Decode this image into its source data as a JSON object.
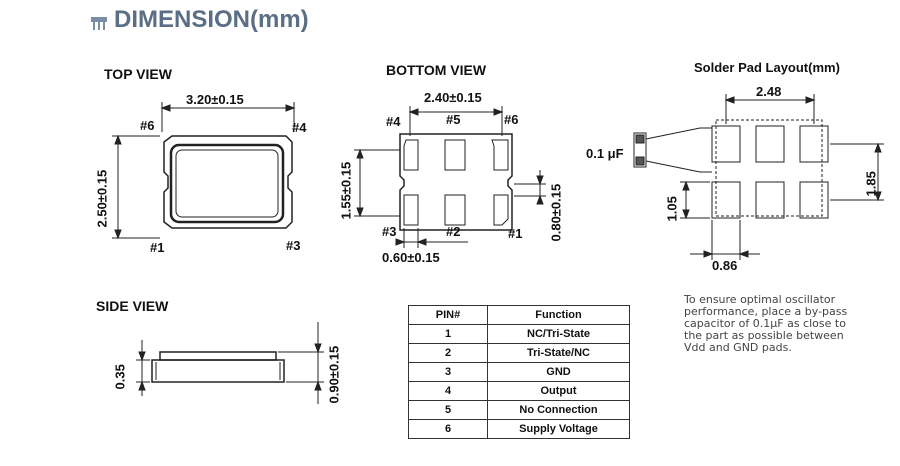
{
  "title": "DIMENSION(mm)",
  "top_view": {
    "heading": "TOP VIEW",
    "width": "3.20±0.15",
    "height": "2.50±0.15",
    "pins": [
      "#6",
      "#4",
      "#1",
      "#3"
    ]
  },
  "bottom_view": {
    "heading": "BOTTOM VIEW",
    "pitch": "2.40±0.15",
    "pad_height": "1.55±0.15",
    "pad_width_v": "0.80±0.15",
    "pad_width_h": "0.60±0.15",
    "pins": [
      "#4",
      "#5",
      "#6",
      "#3",
      "#2",
      "#1"
    ]
  },
  "solder_pad": {
    "heading": "Solder Pad Layout(mm)",
    "pitch": "2.48",
    "height": "1.85",
    "pad_h": "1.05",
    "pad_w": "0.86",
    "capacitor": "0.1 μF"
  },
  "side_view": {
    "heading": "SIDE VIEW",
    "base": "0.35",
    "height": "0.90±0.15"
  },
  "pin_table": {
    "headers": [
      "PIN#",
      "Function"
    ],
    "rows": [
      [
        "1",
        "NC/Tri-State"
      ],
      [
        "2",
        "Tri-State/NC"
      ],
      [
        "3",
        "GND"
      ],
      [
        "4",
        "Output"
      ],
      [
        "5",
        "No Connection"
      ],
      [
        "6",
        "Supply Voltage"
      ]
    ]
  },
  "note": "To ensure optimal oscillator performance, place a by-pass capacitor of 0.1μF as close to the part as possible between Vdd and GND pads."
}
